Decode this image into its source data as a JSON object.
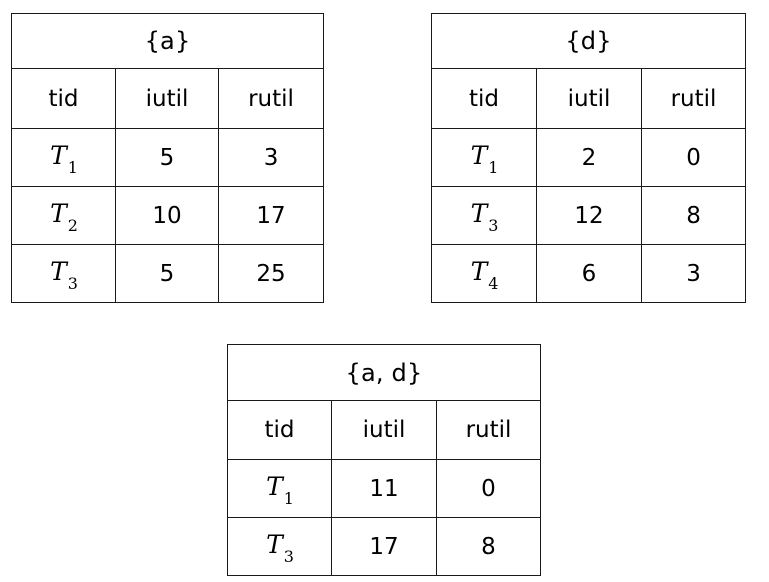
{
  "figure": {
    "background_color": "#ffffff",
    "border_color": "#1a1a1a",
    "text_color": "#000000"
  },
  "chart_data": {
    "type": "table",
    "title": "",
    "tables": [
      {
        "id": "a",
        "caption": "{a}",
        "columns": [
          "tid",
          "iutil",
          "rutil"
        ],
        "rows": [
          {
            "tid_base": "T",
            "tid_sub": "1",
            "iutil": "5",
            "rutil": "3"
          },
          {
            "tid_base": "T",
            "tid_sub": "2",
            "iutil": "10",
            "rutil": "17"
          },
          {
            "tid_base": "T",
            "tid_sub": "3",
            "iutil": "5",
            "rutil": "25"
          }
        ]
      },
      {
        "id": "d",
        "caption": "{d}",
        "columns": [
          "tid",
          "iutil",
          "rutil"
        ],
        "rows": [
          {
            "tid_base": "T",
            "tid_sub": "1",
            "iutil": "2",
            "rutil": "0"
          },
          {
            "tid_base": "T",
            "tid_sub": "3",
            "iutil": "12",
            "rutil": "8"
          },
          {
            "tid_base": "T",
            "tid_sub": "4",
            "iutil": "6",
            "rutil": "3"
          }
        ]
      },
      {
        "id": "ad",
        "caption": "{a, d}",
        "columns": [
          "tid",
          "iutil",
          "rutil"
        ],
        "rows": [
          {
            "tid_base": "T",
            "tid_sub": "1",
            "iutil": "11",
            "rutil": "0"
          },
          {
            "tid_base": "T",
            "tid_sub": "3",
            "iutil": "17",
            "rutil": "8"
          }
        ]
      }
    ]
  }
}
